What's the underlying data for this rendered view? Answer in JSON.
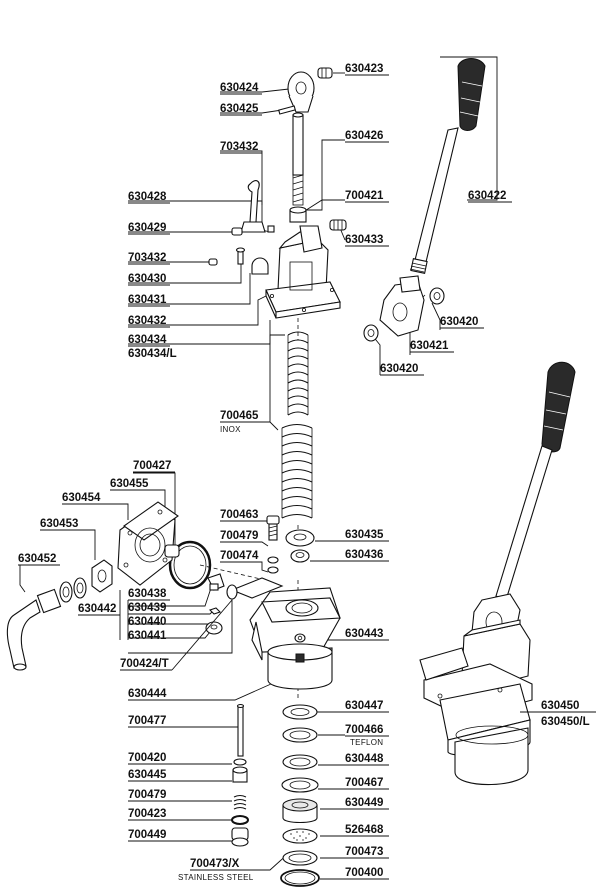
{
  "labels": [
    {
      "id": "630423",
      "text": "630423"
    },
    {
      "id": "630424",
      "text": "630424"
    },
    {
      "id": "630425",
      "text": "630425"
    },
    {
      "id": "630426",
      "text": "630426"
    },
    {
      "id": "703432a",
      "text": "703432"
    },
    {
      "id": "630428",
      "text": "630428"
    },
    {
      "id": "700421",
      "text": "700421"
    },
    {
      "id": "630429",
      "text": "630429"
    },
    {
      "id": "630433",
      "text": "630433"
    },
    {
      "id": "703432b",
      "text": "703432"
    },
    {
      "id": "630430",
      "text": "630430"
    },
    {
      "id": "630431",
      "text": "630431"
    },
    {
      "id": "630432",
      "text": "630432"
    },
    {
      "id": "630434",
      "text": "630434"
    },
    {
      "id": "630434L",
      "text": "630434/L"
    },
    {
      "id": "630422",
      "text": "630422"
    },
    {
      "id": "630420a",
      "text": "630420"
    },
    {
      "id": "630421",
      "text": "630421"
    },
    {
      "id": "630420b",
      "text": "630420"
    },
    {
      "id": "700465",
      "text": "700465"
    },
    {
      "id": "700427",
      "text": "700427"
    },
    {
      "id": "630455",
      "text": "630455"
    },
    {
      "id": "630454",
      "text": "630454"
    },
    {
      "id": "630453",
      "text": "630453"
    },
    {
      "id": "700463",
      "text": "700463"
    },
    {
      "id": "630435",
      "text": "630435"
    },
    {
      "id": "700479a",
      "text": "700479"
    },
    {
      "id": "630436",
      "text": "630436"
    },
    {
      "id": "700474",
      "text": "700474"
    },
    {
      "id": "630452",
      "text": "630452"
    },
    {
      "id": "630438",
      "text": "630438"
    },
    {
      "id": "630439",
      "text": "630439"
    },
    {
      "id": "630442",
      "text": "630442"
    },
    {
      "id": "630440",
      "text": "630440"
    },
    {
      "id": "630443",
      "text": "630443"
    },
    {
      "id": "630441",
      "text": "630441"
    },
    {
      "id": "700424T",
      "text": "700424/T"
    },
    {
      "id": "630444",
      "text": "630444"
    },
    {
      "id": "630447",
      "text": "630447"
    },
    {
      "id": "700477",
      "text": "700477"
    },
    {
      "id": "700466",
      "text": "700466"
    },
    {
      "id": "630450",
      "text": "630450"
    },
    {
      "id": "630450L",
      "text": "630450/L"
    },
    {
      "id": "700420",
      "text": "700420"
    },
    {
      "id": "630448",
      "text": "630448"
    },
    {
      "id": "630445",
      "text": "630445"
    },
    {
      "id": "700467",
      "text": "700467"
    },
    {
      "id": "700479b",
      "text": "700479"
    },
    {
      "id": "630449",
      "text": "630449"
    },
    {
      "id": "700423",
      "text": "700423"
    },
    {
      "id": "526468",
      "text": "526468"
    },
    {
      "id": "700449",
      "text": "700449"
    },
    {
      "id": "700473a",
      "text": "700473/X"
    },
    {
      "id": "700473b",
      "text": "700473"
    },
    {
      "id": "700400",
      "text": "700400"
    }
  ],
  "sublabels": {
    "inox": "INOX",
    "teflon": "TEFLON",
    "stainless": "STAINLESS STEEL"
  }
}
